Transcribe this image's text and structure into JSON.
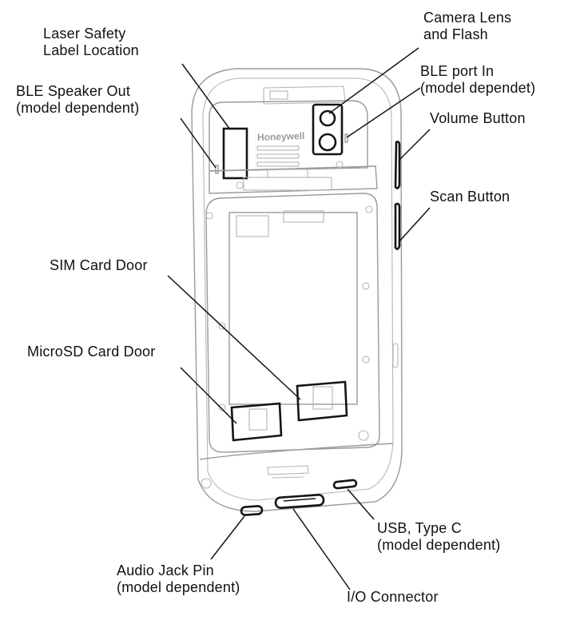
{
  "labels": {
    "laser_safety": {
      "line1": "Laser Safety",
      "line2": "Label Location"
    },
    "camera": {
      "line1": "Camera Lens",
      "line2": "and Flash"
    },
    "ble_port": {
      "line1": "BLE port In",
      "line2": "(model dependet)"
    },
    "ble_speaker": {
      "line1": "BLE Speaker Out",
      "line2": "(model dependent)"
    },
    "volume": {
      "line1": "Volume Button"
    },
    "scan": {
      "line1": "Scan Button"
    },
    "sim": {
      "line1": "SIM Card Door"
    },
    "microsd": {
      "line1": "MicroSD Card Door"
    },
    "usb": {
      "line1": "USB, Type C",
      "line2": "(model dependent)"
    },
    "audio": {
      "line1": "Audio Jack Pin",
      "line2": "(model dependent)"
    },
    "io": {
      "line1": "I/O Connector"
    }
  },
  "device": {
    "brand": "Honeywell"
  }
}
